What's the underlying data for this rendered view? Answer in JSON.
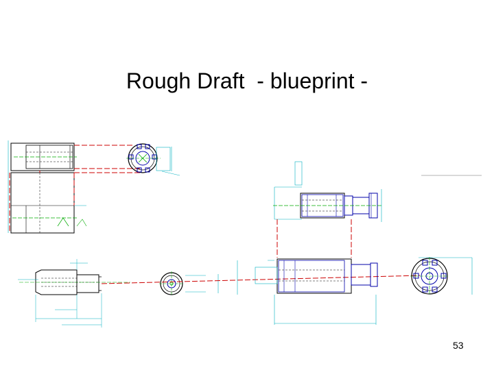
{
  "slide": {
    "title": "Rough Draft  - blueprint -",
    "page_number": "53"
  },
  "blueprint": {
    "colors": {
      "outline": "#000000",
      "projection_lines": "#cc0000",
      "centerlines": "#00aa00",
      "dimension_lines": "#00b0c0",
      "detail": "#0000aa"
    },
    "views": [
      "top-left-front-view",
      "top-left-end-view",
      "lower-left-section-view",
      "small-end-view",
      "right-upper-front-view",
      "right-lower-front-view",
      "right-end-view"
    ]
  }
}
